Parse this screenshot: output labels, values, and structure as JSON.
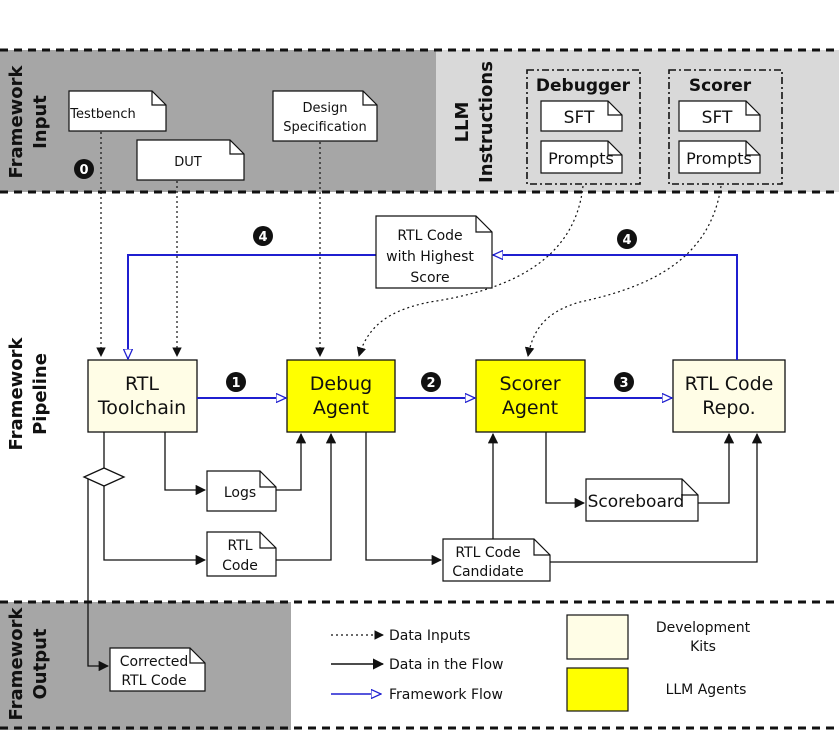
{
  "sections": {
    "input_label_1": "Framework",
    "input_label_2": "Input",
    "llm_label_1": "LLM",
    "llm_label_2": "Instructions",
    "pipeline_label_1": "Framework",
    "pipeline_label_2": "Pipeline",
    "output_label_1": "Framework",
    "output_label_2": "Output"
  },
  "inputs": {
    "testbench": "Testbench",
    "dut": "DUT",
    "design_spec_1": "Design",
    "design_spec_2": "Specification"
  },
  "llm": {
    "debugger_title": "Debugger",
    "debugger_sft": "SFT",
    "debugger_prompts": "Prompts",
    "scorer_title": "Scorer",
    "scorer_sft": "SFT",
    "scorer_prompts": "Prompts"
  },
  "steps": {
    "s0": "0",
    "s1": "1",
    "s2": "2",
    "s3": "3",
    "s4a": "4",
    "s4b": "4"
  },
  "nodes": {
    "toolchain_1": "RTL",
    "toolchain_2": "Toolchain",
    "debug_1": "Debug",
    "debug_2": "Agent",
    "scorer_1": "Scorer",
    "scorer_2": "Agent",
    "repo_1": "RTL Code",
    "repo_2": "Repo."
  },
  "docs": {
    "highest_1": "RTL Code",
    "highest_2": "with Highest",
    "highest_3": "Score",
    "logs": "Logs",
    "rtl_code_1": "RTL",
    "rtl_code_2": "Code",
    "candidate_1": "RTL Code",
    "candidate_2": "Candidate",
    "scoreboard": "Scoreboard",
    "corrected_1": "Corrected",
    "corrected_2": "RTL Code"
  },
  "legend": {
    "data_inputs": "Data Inputs",
    "data_flow": "Data in the Flow",
    "framework_flow": "Framework Flow",
    "dev_kits_1": "Development",
    "dev_kits_2": "Kits",
    "llm_agents": "LLM Agents"
  },
  "colors": {
    "input_bg": "#a6a6a6",
    "llm_bg": "#d9d9d9",
    "dev_kit": "#fffde6",
    "agent": "#ffff00",
    "flow_blue": "#1f1fd0"
  }
}
